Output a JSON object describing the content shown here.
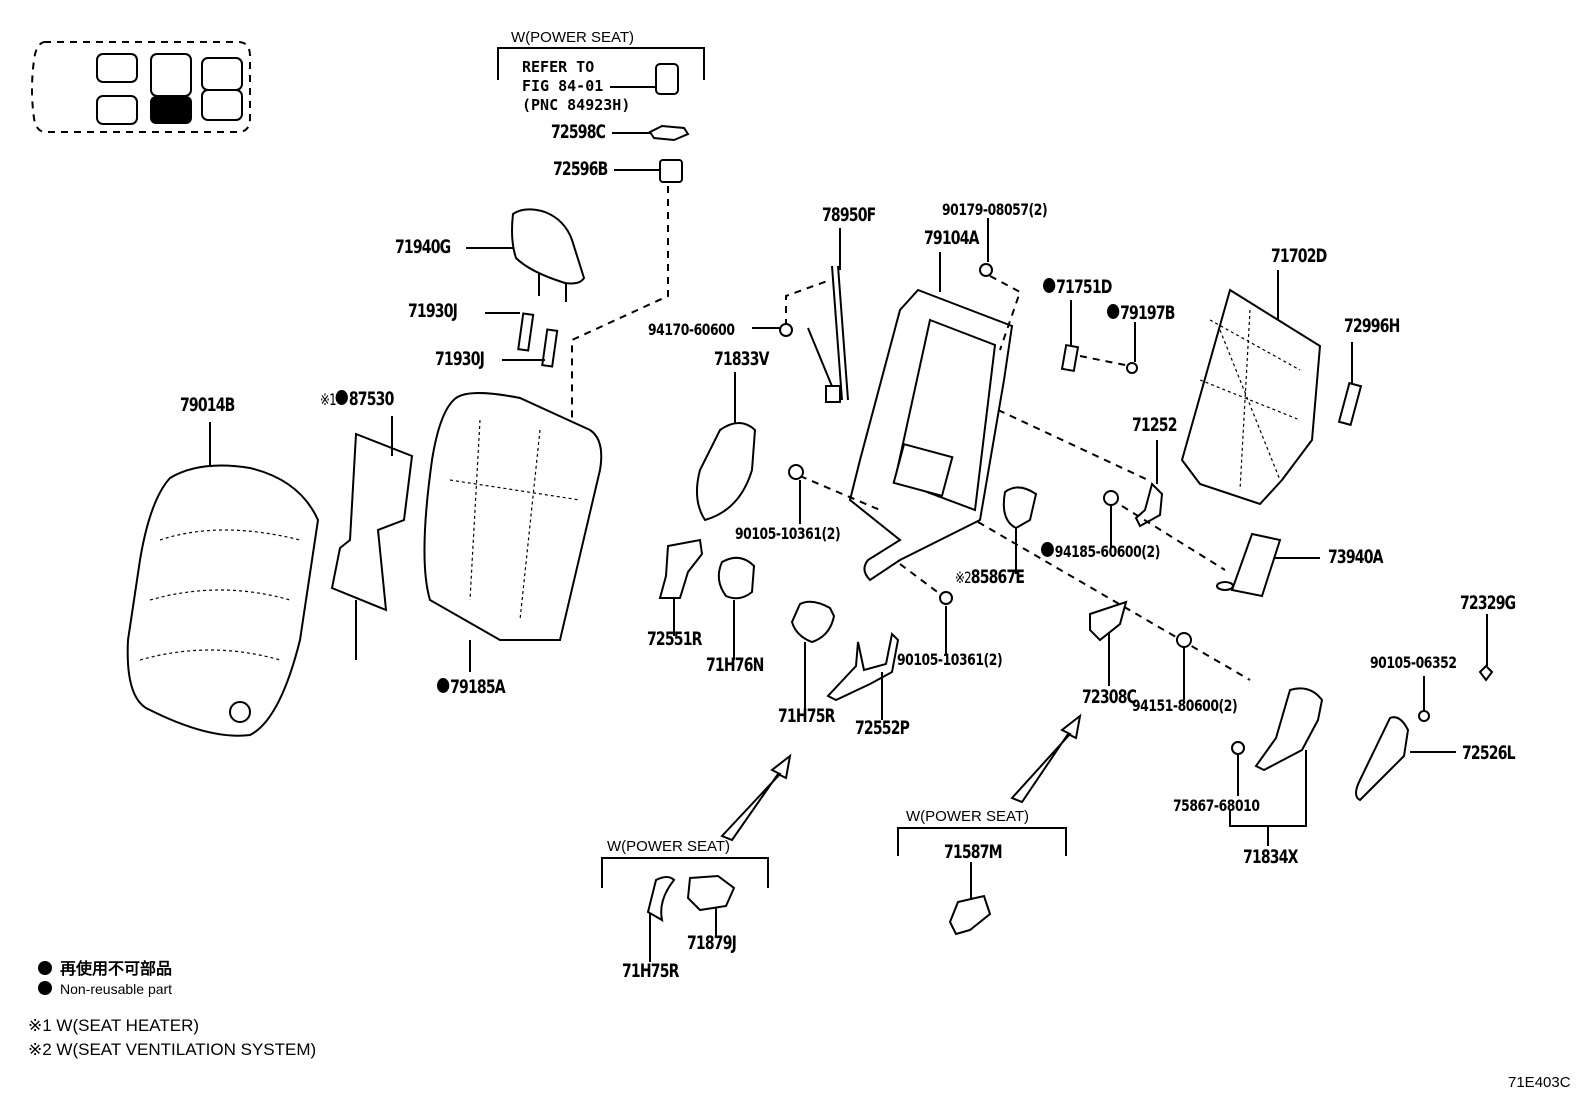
{
  "figure_code": "71E403C",
  "locator": {
    "highlighted_position": "second-row center lower",
    "seat_boxes": 6
  },
  "conditions": {
    "power_seat_top": "W(POWER SEAT)",
    "power_seat_mid": "W(POWER SEAT)",
    "power_seat_bottom": "W(POWER SEAT)"
  },
  "refer": {
    "line1": "REFER TO",
    "line2": "FIG 84-01",
    "line3": "(PNC 84923H)"
  },
  "parts": {
    "p72598C": "72598C",
    "p72596B": "72596B",
    "p71940G": "71940G",
    "p71930J_a": "71930J",
    "p71930J_b": "71930J",
    "p78950F": "78950F",
    "p94170": "94170-60600",
    "p71833V": "71833V",
    "p90179": "90179-08057(2)",
    "p79104A": "79104A",
    "p71751D": "71751D",
    "p79197B": "79197B",
    "p71702D": "71702D",
    "p72996H": "72996H",
    "p79014B": "79014B",
    "p87530": "87530",
    "p87530_mark": "※1",
    "p79185A": "79185A",
    "p71252": "71252",
    "p90105_10361_a": "90105-10361(2)",
    "p94185": "94185-60600(2)",
    "p73940A": "73940A",
    "p85867E": "85867E",
    "p85867E_mark": "※2",
    "p72551R": "72551R",
    "p71H76N": "71H76N",
    "p71H75R_a": "71H75R",
    "p72552P": "72552P",
    "p90105_10361_b": "90105-10361(2)",
    "p72308C": "72308C",
    "p94151": "94151-80600(2)",
    "p72329G": "72329G",
    "p90105_06352": "90105-06352",
    "p72526L": "72526L",
    "p75867": "75867-68010",
    "p71834X": "71834X",
    "p71587M": "71587M",
    "p71H75R_b": "71H75R",
    "p71879J": "71879J"
  },
  "non_reusable_parts": [
    "87530",
    "79185A",
    "71751D",
    "79197B",
    "94185-60600(2)"
  ],
  "legend": {
    "non_reusable_jp": "再使用不可部品",
    "non_reusable_en": "Non-reusable part",
    "note1": "※1 W(SEAT HEATER)",
    "note2": "※2 W(SEAT VENTILATION  SYSTEM)"
  }
}
